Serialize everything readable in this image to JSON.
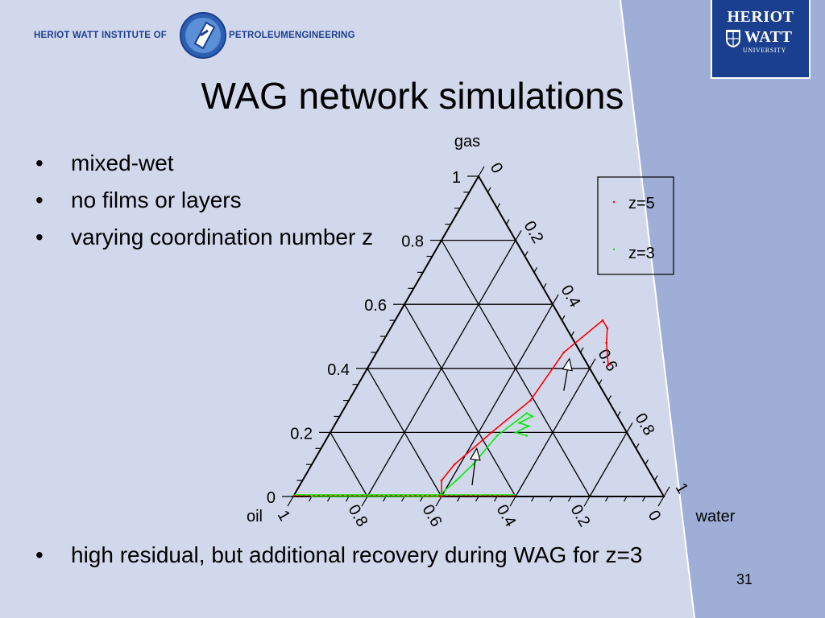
{
  "header": {
    "institute_left": "HERIOT WATT INSTITUTE OF",
    "institute_petroleum": "PETROLEUM",
    "institute_engineering": "ENGINEERING",
    "university_line1": "HERIOT",
    "university_line2": "WATT",
    "university_line3": "UNIVERSITY"
  },
  "title": "WAG network simulations",
  "bullets_top": [
    "mixed-wet",
    "no films or layers",
    "varying coordination number z"
  ],
  "bullets_bottom": [
    "high residual, but additional recovery during WAG for z=3"
  ],
  "page_number": "31",
  "colors": {
    "background": "#d2d8ec",
    "accent_stripe": "#9eaed6",
    "brand_blue": "#1b3f8f",
    "series_z5": "#ff0000",
    "series_z3": "#00ee00"
  },
  "chart_data": {
    "type": "ternary",
    "axes": {
      "top": "gas",
      "left": "oil",
      "right": "water"
    },
    "ticks": [
      0,
      0.2,
      0.4,
      0.6,
      0.8,
      1
    ],
    "tick_labels_left": [
      "0",
      "0.2",
      "0.4",
      "0.6",
      "0.8",
      "1"
    ],
    "tick_labels_right": [
      "0",
      "0.2",
      "0.4",
      "0.6",
      "0.8",
      "1"
    ],
    "tick_labels_bottom": [
      "1",
      "0.8",
      "0.6",
      "0.4",
      "0.2",
      "0"
    ],
    "grid": true,
    "legend_position": "top-right",
    "series": [
      {
        "name": "z=5",
        "color": "#ff0000",
        "points": [
          {
            "gas": 0.0,
            "water": 0.3
          },
          {
            "gas": 0.0,
            "water": 0.4
          },
          {
            "gas": 0.05,
            "water": 0.375
          },
          {
            "gas": 0.1,
            "water": 0.385
          },
          {
            "gas": 0.2,
            "water": 0.435
          },
          {
            "gas": 0.3,
            "water": 0.49
          },
          {
            "gas": 0.45,
            "water": 0.505
          },
          {
            "gas": 0.55,
            "water": 0.56
          },
          {
            "gas": 0.525,
            "water": 0.585
          },
          {
            "gas": 0.48,
            "water": 0.605
          },
          {
            "gas": 0.41,
            "water": 0.645
          }
        ]
      },
      {
        "name": "z=3",
        "color": "#00ee00",
        "points": [
          {
            "gas": 0.0,
            "water": 0.05
          },
          {
            "gas": 0.0,
            "water": 0.39
          },
          {
            "gas": 0.05,
            "water": 0.415
          },
          {
            "gas": 0.1,
            "water": 0.435
          },
          {
            "gas": 0.19,
            "water": 0.455
          },
          {
            "gas": 0.26,
            "water": 0.5
          },
          {
            "gas": 0.25,
            "water": 0.52
          },
          {
            "gas": 0.23,
            "water": 0.495
          },
          {
            "gas": 0.22,
            "water": 0.525
          },
          {
            "gas": 0.2,
            "water": 0.5
          },
          {
            "gas": 0.19,
            "water": 0.535
          }
        ]
      }
    ],
    "arrows": [
      {
        "from": {
          "gas": 0.33,
          "water": 0.565
        },
        "to": {
          "gas": 0.43,
          "water": 0.53
        }
      },
      {
        "from": {
          "gas": 0.035,
          "water": 0.465
        },
        "to": {
          "gas": 0.15,
          "water": 0.42
        }
      }
    ]
  }
}
